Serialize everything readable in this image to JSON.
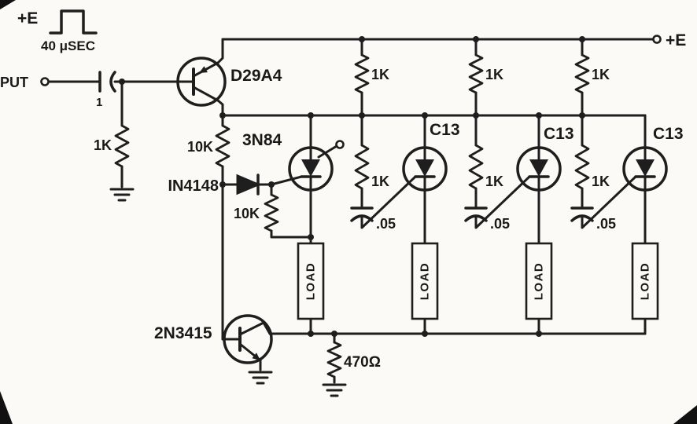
{
  "schematic": {
    "supply_label_left": "+E",
    "pulse_width_label": "40 μSEC",
    "input_label": "PUT",
    "input_capacitor_value": "1",
    "input_resistor_value": "1K",
    "driver_transistor": "D29A4",
    "series_gate_resistor": "10K",
    "scs_label": "3N84",
    "input_diode": "IN4148",
    "gate_shunt_resistor": "10K",
    "anode_resistors": [
      "1K",
      "1K",
      "1K"
    ],
    "scr_labels": [
      "C13",
      "C13",
      "C13"
    ],
    "coupling_resistors": [
      "1K",
      "1K",
      "1K"
    ],
    "coupling_capacitors": [
      ".05",
      ".05",
      ".05"
    ],
    "load_labels": [
      "LOAD",
      "LOAD",
      "LOAD",
      "LOAD"
    ],
    "reset_transistor": "2N3415",
    "cathode_resistor": "470Ω",
    "supply_label_right": "+E"
  }
}
